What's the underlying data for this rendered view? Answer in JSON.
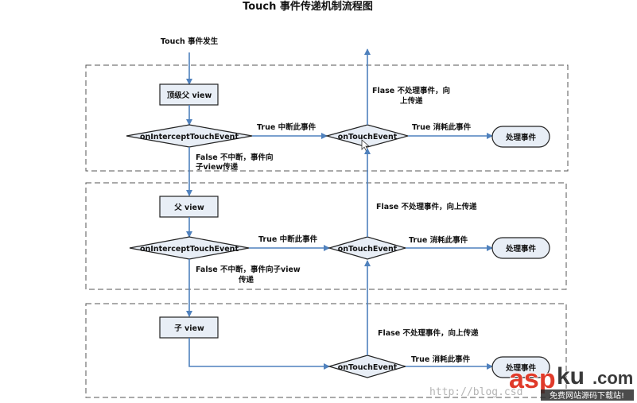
{
  "title": "Touch 事件传递机制流程图",
  "start_label": "Touch 事件发生",
  "colors": {
    "line": "#4f81bd",
    "box_fill": "#e8eef6",
    "dash": "#555555"
  },
  "sections": [
    {
      "view_label": "顶级父  view",
      "intercept_label": "onInterceptTouchEvent",
      "true_label": "True  中断此事件",
      "false_lines": [
        "False  不中断，事件向",
        "子view传递"
      ],
      "ontouch_label": "onTouchEvent",
      "consume_label": "True  消耗此事件",
      "handle_label": "处理事件",
      "up_lines": [
        "Flase  不处理事件，向",
        "上传递"
      ]
    },
    {
      "view_label": "父  view",
      "intercept_label": "onInterceptTouchEvent",
      "true_label": "True  中断此事件",
      "false_lines": [
        "False  不中断，事件向子view",
        "传递"
      ],
      "ontouch_label": "onTouchEvent",
      "consume_label": "True  消耗此事件",
      "handle_label": "处理事件",
      "up_lines": [
        "Flase  不处理事件，向上传递"
      ]
    },
    {
      "view_label": "子  view",
      "ontouch_label": "onTouchEvent",
      "consume_label": "True  消耗此事件",
      "handle_label": "处理事件",
      "up_lines": [
        "Flase  不处理事件，向上传递"
      ]
    }
  ],
  "watermark": {
    "brand": "asp",
    "brand2": "ku",
    "suffix": ".com",
    "tagline": "免费网站源码下载站!",
    "url_text": "http://blog.csd"
  }
}
